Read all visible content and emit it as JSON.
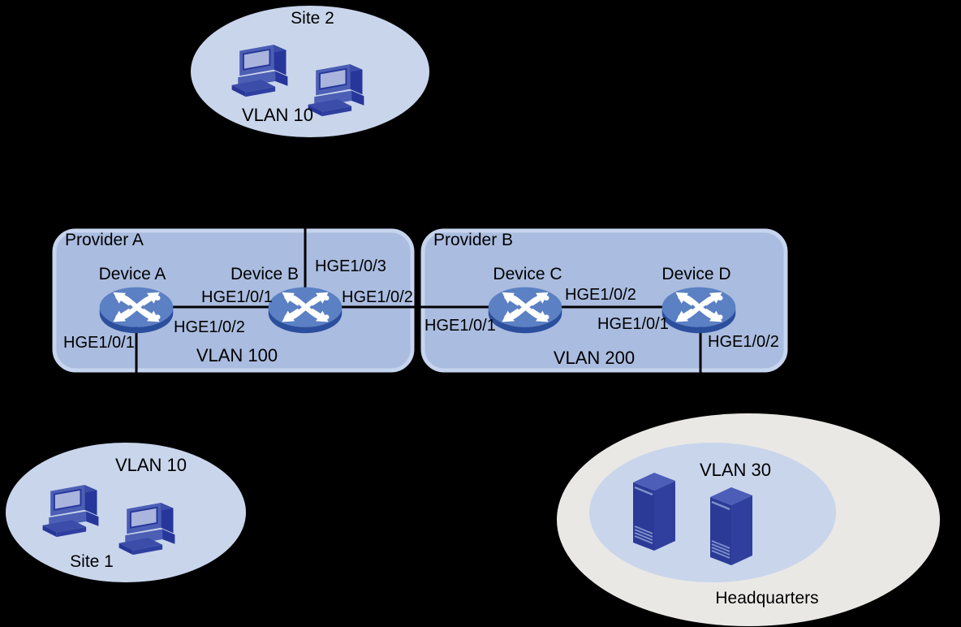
{
  "diagram": {
    "sites": {
      "site2": {
        "title": "Site 2",
        "vlan": "VLAN 10"
      },
      "site1": {
        "title": "Site 1",
        "vlan": "VLAN 10"
      },
      "headquarters": {
        "title": "Headquarters",
        "vlan": "VLAN 30"
      }
    },
    "providers": {
      "a": {
        "title": "Provider A",
        "vlan": "VLAN 100",
        "devices": {
          "a": "Device A",
          "b": "Device B"
        },
        "ports": {
          "a_downlink": "HGE1/0/1",
          "a_to_b": "HGE1/0/2",
          "b_to_a": "HGE1/0/1",
          "b_uplink": "HGE1/0/3",
          "b_to_provider_b": "HGE1/0/2"
        }
      },
      "b": {
        "title": "Provider B",
        "vlan": "VLAN 200",
        "devices": {
          "c": "Device C",
          "d": "Device D"
        },
        "ports": {
          "c_from_provider_a": "HGE1/0/1",
          "c_to_d": "HGE1/0/2",
          "d_to_c": "HGE1/0/1",
          "d_downlink": "HGE1/0/2"
        }
      }
    },
    "icons": {
      "router": "router-icon",
      "desktop_pc": "desktop-pc-icon",
      "server": "server-icon"
    },
    "colors": {
      "background": "#000000",
      "site_ellipse_fill": "#c9d5eb",
      "headquarters_fill": "#e9e8e5",
      "provider_box_fill": "#aabcdf",
      "provider_box_border": "#c6d4ee",
      "link_line": "#000000",
      "router_top": "#5b80c3",
      "router_side": "#2b4e9d",
      "device_dark_blue": "#26369a",
      "device_mid_blue": "#4c5fb5",
      "screen_light_blue": "#a9b5dd"
    }
  }
}
